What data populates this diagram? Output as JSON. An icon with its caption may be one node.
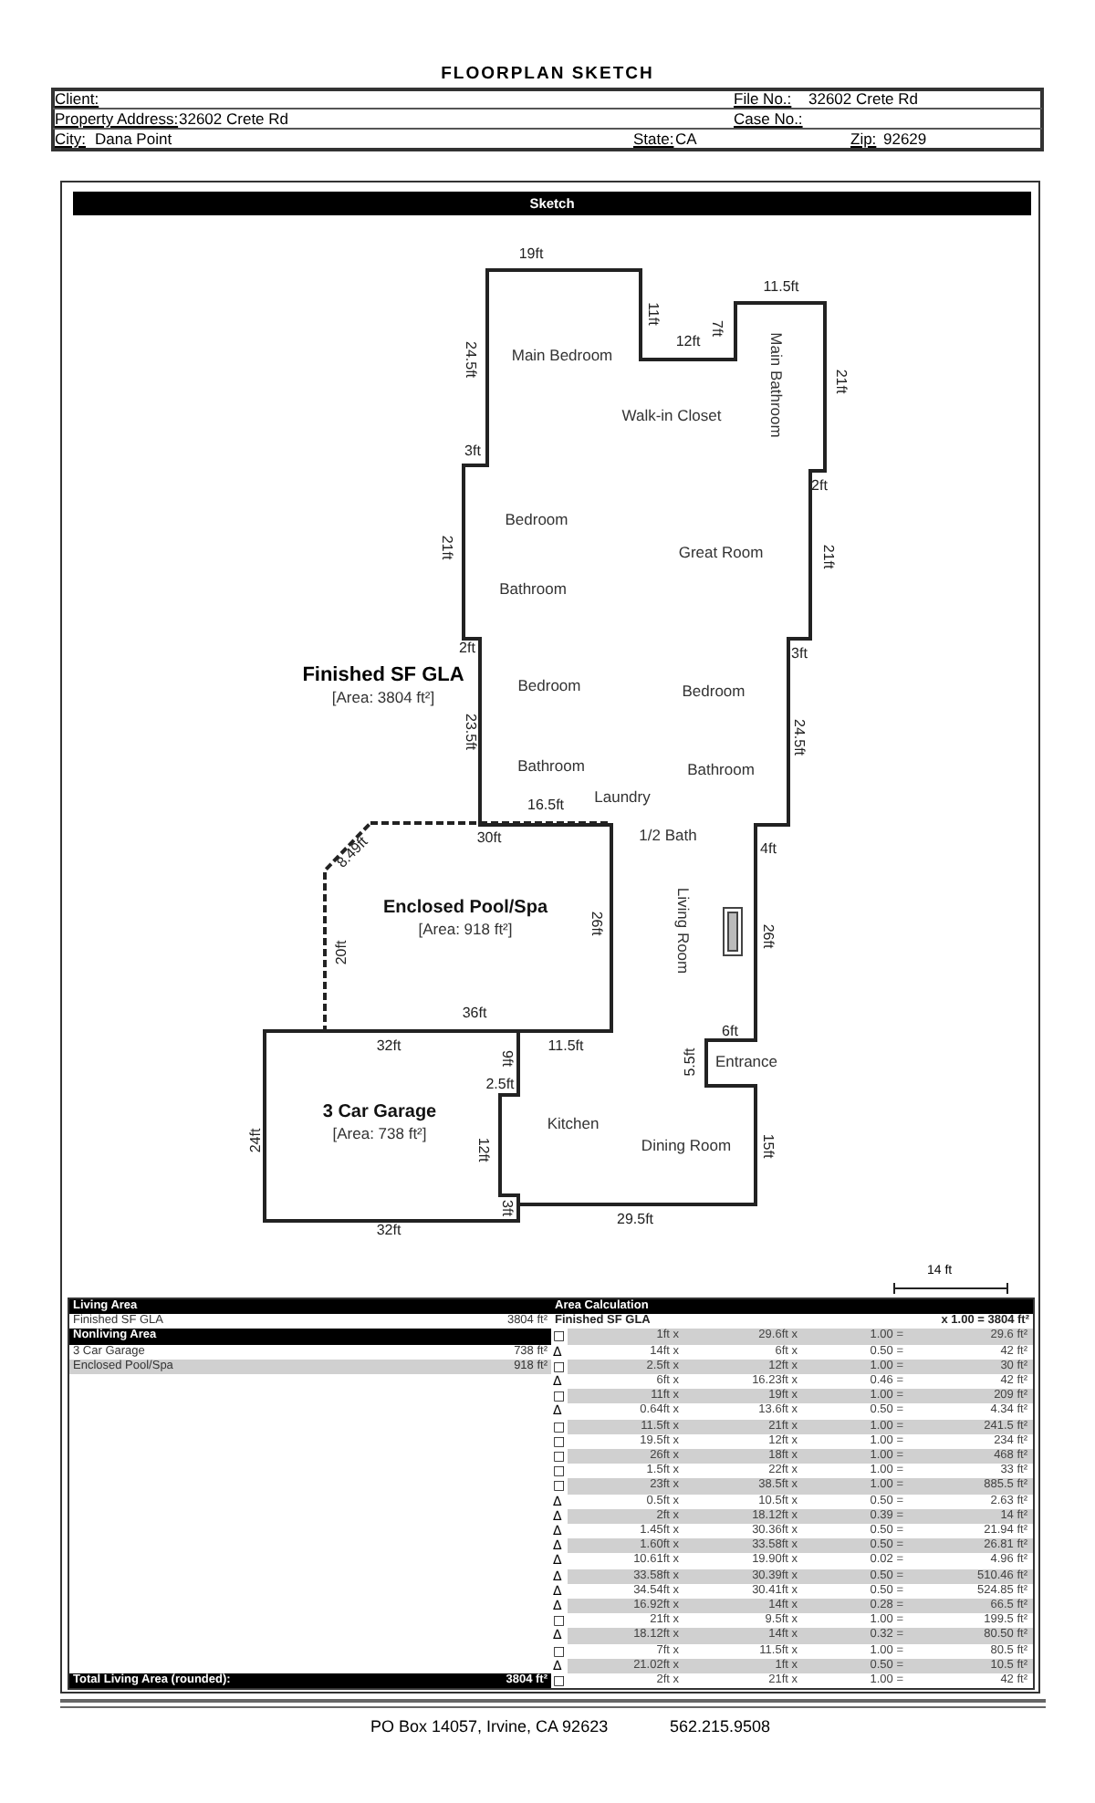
{
  "diagram": {
    "title": "FLOORPLAN SKETCH",
    "nodes": [
      {
        "text": [
          "Finished SF GLA",
          "[Area: 3804 ft²]"
        ]
      },
      {
        "text": [
          "Enclosed Pool/Spa",
          "[Area: 918 ft²]"
        ]
      },
      {
        "text": [
          "3 Car Garage",
          "[Area: 738 ft²]"
        ]
      }
    ],
    "labels": [
      "Client:",
      "File No.:",
      "32602 Crete Rd",
      "Property Address:",
      "32602 Crete Rd",
      "Case No.:",
      "City:",
      "Dana Point",
      "State:",
      "CA",
      "Zip:",
      "92629",
      "Sketch",
      "19ft",
      "11ft",
      "12ft",
      "7ft",
      "11.5ft",
      "Main Bedroom",
      "Walk-in Closet",
      "Main Bathroom",
      "24.5ft",
      "21ft",
      "3ft",
      "2ft",
      "Bedroom",
      "Great Room",
      "21ft",
      "21ft",
      "Bathroom",
      "2ft",
      "3ft",
      "Bedroom",
      "Bedroom",
      "23.5ft",
      "24.5ft",
      "Bathroom",
      "Bathroom",
      "16.5ft",
      "Laundry",
      "30ft",
      "1/2 Bath",
      "8.49ft",
      "4ft",
      "Living Room",
      "20ft",
      "26ft",
      "26ft",
      "36ft",
      "32ft",
      "9ft",
      "11.5ft",
      "6ft",
      "5.5ft",
      "Entrance",
      "2.5ft",
      "24ft",
      "Kitchen",
      "12ft",
      "Dining Room",
      "15ft",
      "3ft",
      "32ft",
      "29.5ft",
      "14 ft",
      "Living Area",
      "Finished SF GLA",
      "3804 ft²",
      "Nonliving Area",
      "3 Car Garage",
      "738 ft²",
      "Enclosed Pool/Spa",
      "918 ft²",
      "Total Living Area (rounded):",
      "3804 ft²",
      "Area Calculation",
      "Finished SF GLA",
      "x 1.00 = 3804 ft²",
      "□",
      "1ft x",
      "29.6ft x",
      "1.00 =",
      "29.6 ft²",
      "Δ",
      "14ft x",
      "6ft x",
      "0.50 =",
      "42 ft²",
      "□",
      "2.5ft x",
      "12ft x",
      "1.00 =",
      "30 ft²",
      "Δ",
      "6ft x",
      "16.23ft x",
      "0.46 =",
      "42 ft²",
      "□",
      "11ft x",
      "19ft x",
      "1.00 =",
      "209 ft²",
      "Δ",
      "0.64ft x",
      "13.6ft x",
      "0.50 =",
      "4.34 ft²",
      "□",
      "11.5ft x",
      "21ft x",
      "1.00 =",
      "241.5 ft²",
      "□",
      "19.5ft x",
      "12ft x",
      "1.00 =",
      "234 ft²",
      "□",
      "26ft x",
      "18ft x",
      "1.00 =",
      "468 ft²",
      "□",
      "1.5ft x",
      "22ft x",
      "1.00 =",
      "33 ft²",
      "□",
      "23ft x",
      "38.5ft x",
      "1.00 =",
      "885.5 ft²",
      "Δ",
      "0.5ft x",
      "10.5ft x",
      "0.50 =",
      "2.63 ft²",
      "Δ",
      "2ft x",
      "18.12ft x",
      "0.39 =",
      "14 ft²",
      "Δ",
      "1.45ft x",
      "30.36ft x",
      "0.50 =",
      "21.94 ft²",
      "Δ",
      "1.60ft x",
      "33.58ft x",
      "0.50 =",
      "26.81 ft²",
      "Δ",
      "10.61ft x",
      "19.90ft x",
      "0.02 =",
      "4.96 ft²",
      "Δ",
      "33.58ft x",
      "30.39ft x",
      "0.50 =",
      "510.46 ft²",
      "Δ",
      "34.54ft x",
      "30.41ft x",
      "0.50 =",
      "524.85 ft²",
      "Δ",
      "16.92ft x",
      "14ft x",
      "0.28 =",
      "66.5 ft²",
      "□",
      "21ft x",
      "9.5ft x",
      "1.00 =",
      "199.5 ft²",
      "Δ",
      "18.12ft x",
      "14ft x",
      "0.32 =",
      "80.50 ft²",
      "□",
      "7ft x",
      "11.5ft x",
      "1.00 =",
      "80.5 ft²",
      "Δ",
      "21.02ft x",
      "1ft x",
      "0.50 =",
      "10.5 ft²",
      "□",
      "2ft x",
      "21ft x",
      "1.00 =",
      "42 ft²",
      "PO Box 14057, Irvine, CA 92623",
      "562.215.9508"
    ]
  }
}
